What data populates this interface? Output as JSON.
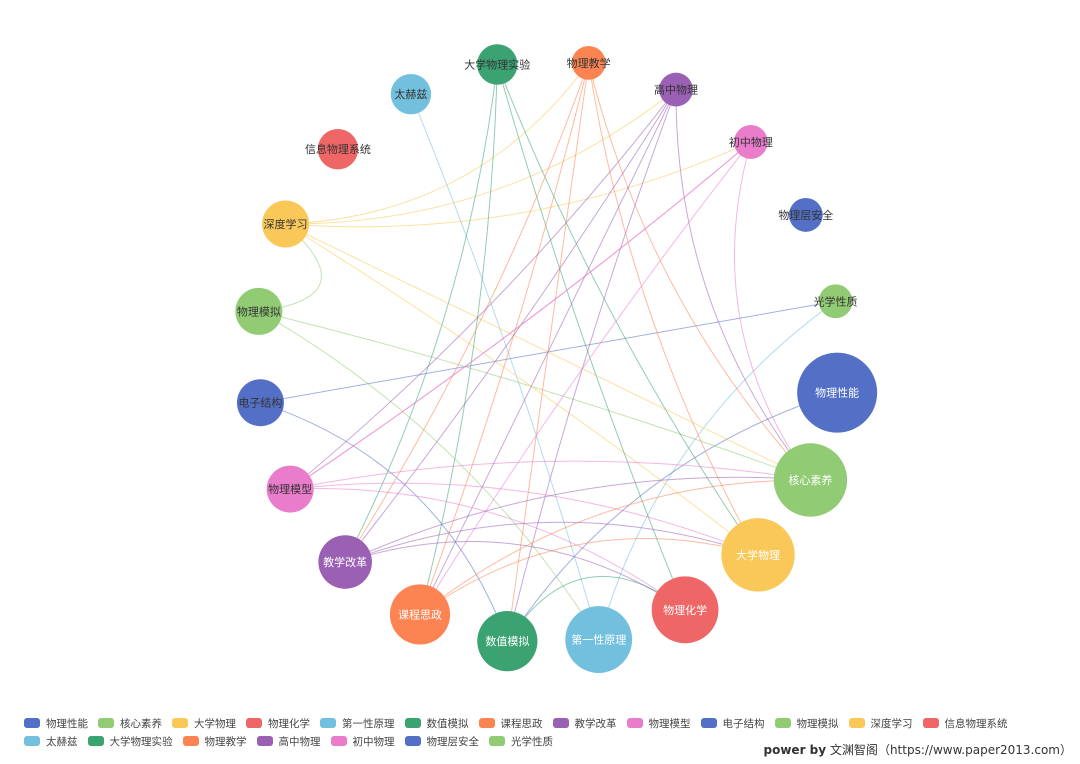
{
  "graph": {
    "nodes": [
      {
        "name": "物理性能",
        "value": 10,
        "color": "#5470c6"
      },
      {
        "name": "核心素养",
        "value": 9,
        "color": "#91cc75"
      },
      {
        "name": "大学物理",
        "value": 9,
        "color": "#fac858"
      },
      {
        "name": "物理化学",
        "value": 8,
        "color": "#ee6666"
      },
      {
        "name": "第一性原理",
        "value": 8,
        "color": "#73c0de"
      },
      {
        "name": "数值模拟",
        "value": 7,
        "color": "#3ba272"
      },
      {
        "name": "课程思政",
        "value": 7,
        "color": "#fc8452"
      },
      {
        "name": "教学改革",
        "value": 6,
        "color": "#9a60b4"
      },
      {
        "name": "物理模型",
        "value": 5,
        "color": "#ea7ccc"
      },
      {
        "name": "电子结构",
        "value": 5,
        "color": "#5470c6"
      },
      {
        "name": "物理模拟",
        "value": 5,
        "color": "#91cc75"
      },
      {
        "name": "深度学习",
        "value": 5,
        "color": "#fac858"
      },
      {
        "name": "信息物理系统",
        "value": 4,
        "color": "#ee6666"
      },
      {
        "name": "太赫兹",
        "value": 4,
        "color": "#73c0de"
      },
      {
        "name": "大学物理实验",
        "value": 4,
        "color": "#3ba272"
      },
      {
        "name": "物理教学",
        "value": 3,
        "color": "#fc8452"
      },
      {
        "name": "高中物理",
        "value": 3,
        "color": "#9a60b4"
      },
      {
        "name": "初中物理",
        "value": 3,
        "color": "#ea7ccc"
      },
      {
        "name": "物理层安全",
        "value": 3,
        "color": "#5470c6"
      },
      {
        "name": "光学性质",
        "value": 3,
        "color": "#91cc75"
      }
    ],
    "links": [
      [
        "电子结构",
        "光学性质"
      ],
      [
        "电子结构",
        "数值模拟"
      ],
      [
        "第一性原理",
        "太赫兹"
      ],
      [
        "第一性原理",
        "光学性质"
      ],
      [
        "物理性能",
        "数值模拟"
      ],
      [
        "物理模拟",
        "核心素养"
      ],
      [
        "物理模拟",
        "第一性原理"
      ],
      [
        "深度学习",
        "大学物理"
      ],
      [
        "深度学习",
        "初中物理"
      ],
      [
        "深度学习",
        "核心素养"
      ],
      [
        "深度学习",
        "物理教学"
      ],
      [
        "深度学习",
        "高中物理"
      ],
      [
        "大学物理实验",
        "课程思政"
      ],
      [
        "大学物理实验",
        "物理化学"
      ],
      [
        "大学物理实验",
        "大学物理"
      ],
      [
        "大学物理实验",
        "教学改革"
      ],
      [
        "物理教学",
        "核心素养"
      ],
      [
        "物理教学",
        "教学改革"
      ],
      [
        "物理教学",
        "数值模拟"
      ],
      [
        "物理教学",
        "课程思政"
      ],
      [
        "物理教学",
        "大学物理"
      ],
      [
        "高中物理",
        "物理模型"
      ],
      [
        "高中物理",
        "核心素养"
      ],
      [
        "高中物理",
        "课程思政"
      ],
      [
        "高中物理",
        "教学改革"
      ],
      [
        "高中物理",
        "数值模拟"
      ],
      [
        "初中物理",
        "物理模型"
      ],
      [
        "初中物理",
        "课程思政"
      ],
      [
        "初中物理",
        "核心素养"
      ],
      [
        "物理模型",
        "大学物理"
      ],
      [
        "物理模型",
        "物理化学"
      ],
      [
        "物理模型",
        "核心素养"
      ],
      [
        "物理模型",
        "初中物理"
      ],
      [
        "教学改革",
        "大学物理"
      ],
      [
        "教学改革",
        "核心素养"
      ],
      [
        "教学改革",
        "物理化学"
      ],
      [
        "课程思政",
        "大学物理"
      ],
      [
        "课程思政",
        "核心素养"
      ],
      [
        "数值模拟",
        "物理化学"
      ],
      [
        "物理模拟",
        "深度学习"
      ]
    ]
  },
  "legend": [
    {
      "label": "物理性能",
      "color": "#5470c6"
    },
    {
      "label": "核心素养",
      "color": "#91cc75"
    },
    {
      "label": "大学物理",
      "color": "#fac858"
    },
    {
      "label": "物理化学",
      "color": "#ee6666"
    },
    {
      "label": "第一性原理",
      "color": "#73c0de"
    },
    {
      "label": "数值模拟",
      "color": "#3ba272"
    },
    {
      "label": "课程思政",
      "color": "#fc8452"
    },
    {
      "label": "教学改革",
      "color": "#9a60b4"
    },
    {
      "label": "物理模型",
      "color": "#ea7ccc"
    },
    {
      "label": "电子结构",
      "color": "#5470c6"
    },
    {
      "label": "物理模拟",
      "color": "#91cc75"
    },
    {
      "label": "深度学习",
      "color": "#fac858"
    },
    {
      "label": "信息物理系统",
      "color": "#ee6666"
    },
    {
      "label": "太赫兹",
      "color": "#73c0de"
    },
    {
      "label": "大学物理实验",
      "color": "#3ba272"
    },
    {
      "label": "物理教学",
      "color": "#fc8452"
    },
    {
      "label": "高中物理",
      "color": "#9a60b4"
    },
    {
      "label": "初中物理",
      "color": "#ea7ccc"
    },
    {
      "label": "物理层安全",
      "color": "#5470c6"
    },
    {
      "label": "光学性质",
      "color": "#91cc75"
    }
  ],
  "footer": {
    "prefix": "power by",
    "brand": "文渊智阁",
    "url": "（https://www.paper2013.com）"
  }
}
